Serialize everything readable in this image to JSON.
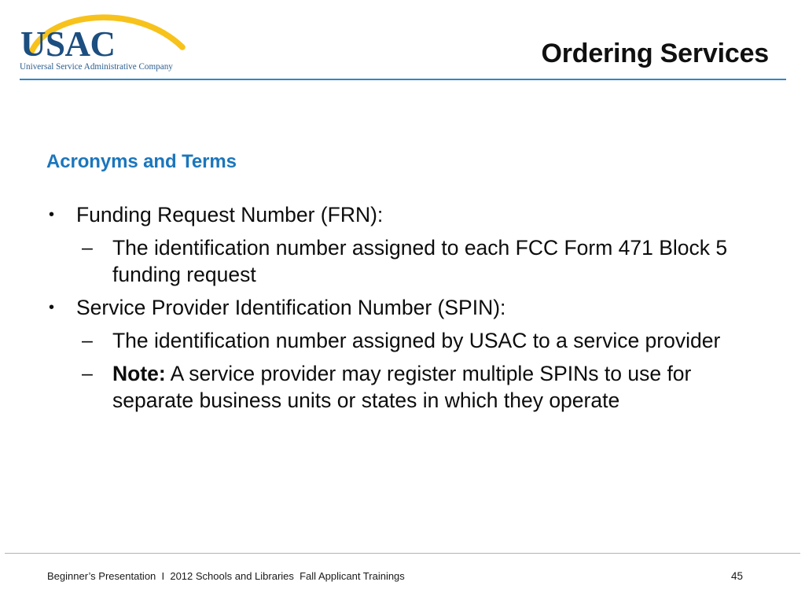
{
  "slide": {
    "title": "Ordering Services",
    "section_heading": "Acronyms and Terms",
    "colors": {
      "title_rule": "#2E86C8",
      "section_heading": "#1B76BC",
      "logo_navy": "#1C4E80",
      "logo_gold": "#F7C21B",
      "body_text": "#0D0D0D",
      "footer_rule": "#B3B3B3"
    },
    "bullets": [
      {
        "level": 1,
        "marker": "•",
        "text": "Funding Request Number (FRN):"
      },
      {
        "level": 2,
        "marker": "–",
        "text": "The identification number assigned to each FCC Form 471 Block 5 funding request"
      },
      {
        "level": 1,
        "marker": "•",
        "text": "Service Provider Identification Number (SPIN):"
      },
      {
        "level": 2,
        "marker": "–",
        "text": "The identification number assigned by USAC to a service provider"
      },
      {
        "level": 2,
        "marker": "–",
        "bold_prefix": "Note:",
        "text": " A service provider may register multiple SPINs to use for separate business units or states in which they operate"
      }
    ]
  },
  "logo": {
    "wordmark": "USAC",
    "tagline": "Universal Service Administrative Company",
    "arc_name": "gold-arc"
  },
  "footer": {
    "text": "Beginner’s Presentation  I  2012 Schools and Libraries  Fall Applicant Trainings",
    "page_number": "45"
  }
}
